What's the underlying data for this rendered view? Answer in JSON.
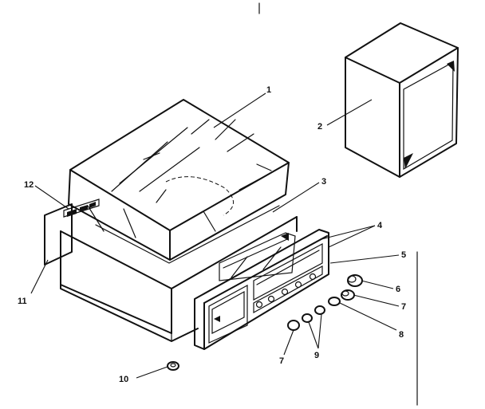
{
  "diagram": {
    "callouts": [
      {
        "id": "c1",
        "text": "1"
      },
      {
        "id": "c2",
        "text": "2"
      },
      {
        "id": "c3",
        "text": "3"
      },
      {
        "id": "c4",
        "text": "4"
      },
      {
        "id": "c5",
        "text": "5"
      },
      {
        "id": "c6",
        "text": "6"
      },
      {
        "id": "c7a",
        "text": "7"
      },
      {
        "id": "c7b",
        "text": "7"
      },
      {
        "id": "c8",
        "text": "8"
      },
      {
        "id": "c9",
        "text": "9"
      },
      {
        "id": "c10",
        "text": "10"
      },
      {
        "id": "c11",
        "text": "11"
      },
      {
        "id": "c12",
        "text": "12"
      }
    ]
  }
}
